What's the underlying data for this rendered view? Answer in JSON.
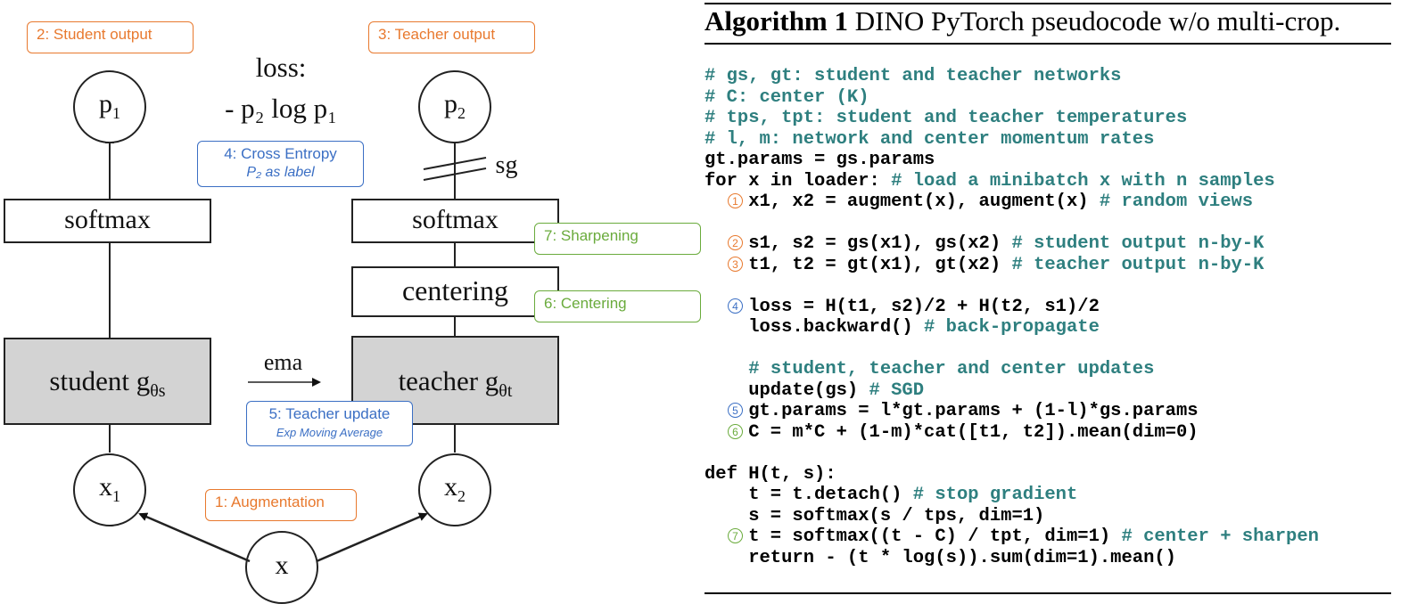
{
  "diagram": {
    "student_output_node": "p",
    "student_output_sub": "1",
    "teacher_output_node": "p",
    "teacher_output_sub": "2",
    "loss_line1": "loss:",
    "loss_line2": "- p₂ log p₁",
    "sg_label": "sg",
    "student_softmax": "softmax",
    "teacher_softmax": "softmax",
    "centering": "centering",
    "student_net": "student g",
    "student_net_sub": "θs",
    "teacher_net": "teacher g",
    "teacher_net_sub": "θt",
    "ema_label": "ema",
    "input_student": "x",
    "input_student_sub": "1",
    "input_teacher": "x",
    "input_teacher_sub": "2",
    "input": "x"
  },
  "callouts": {
    "student_output": "2: Student output",
    "teacher_output": "3: Teacher output",
    "cross_entropy": "4: Cross Entropy",
    "cross_entropy_sub": "P₂ as label",
    "sharpening": "7: Sharpening",
    "centering": "6: Centering",
    "teacher_update": "5: Teacher update",
    "teacher_update_sub": "Exp Moving Average",
    "augmentation": "1: Augmentation"
  },
  "algorithm": {
    "title_bold": "Algorithm 1",
    "title_rest": " DINO PyTorch pseudocode w/o multi-crop.",
    "lines": [
      {
        "code": "",
        "comment": "# gs, gt: student and teacher networks",
        "badge": ""
      },
      {
        "code": "",
        "comment": "# C: center (K)",
        "badge": ""
      },
      {
        "code": "",
        "comment": "# tps, tpt: student and teacher temperatures",
        "badge": ""
      },
      {
        "code": "",
        "comment": "# l, m: network and center momentum rates",
        "badge": ""
      },
      {
        "code": "gt.params = gs.params",
        "comment": "",
        "badge": ""
      },
      {
        "code": "for x in loader: ",
        "comment": "# load a minibatch x with n samples",
        "badge": ""
      },
      {
        "code": "    x1, x2 = augment(x), augment(x) ",
        "comment": "# random views",
        "badge": "1"
      },
      {
        "code": "",
        "comment": "",
        "badge": ""
      },
      {
        "code": "    s1, s2 = gs(x1), gs(x2) ",
        "comment": "# student output n-by-K",
        "badge": "2"
      },
      {
        "code": "    t1, t2 = gt(x1), gt(x2) ",
        "comment": "# teacher output n-by-K",
        "badge": "3"
      },
      {
        "code": "",
        "comment": "",
        "badge": ""
      },
      {
        "code": "    loss = H(t1, s2)/2 + H(t2, s1)/2",
        "comment": "",
        "badge": "4"
      },
      {
        "code": "    loss.backward() ",
        "comment": "# back-propagate",
        "badge": ""
      },
      {
        "code": "",
        "comment": "",
        "badge": ""
      },
      {
        "code": "    ",
        "comment": "# student, teacher and center updates",
        "badge": ""
      },
      {
        "code": "    update(gs) ",
        "comment": "# SGD",
        "badge": ""
      },
      {
        "code": "    gt.params = l*gt.params + (1-l)*gs.params",
        "comment": "",
        "badge": "5"
      },
      {
        "code": "    C = m*C + (1-m)*cat([t1, t2]).mean(dim=0)",
        "comment": "",
        "badge": "6"
      },
      {
        "code": "",
        "comment": "",
        "badge": ""
      },
      {
        "code": "def H(t, s):",
        "comment": "",
        "badge": ""
      },
      {
        "code": "    t = t.detach() ",
        "comment": "# stop gradient",
        "badge": ""
      },
      {
        "code": "    s = softmax(s / tps, dim=1)",
        "comment": "",
        "badge": ""
      },
      {
        "code": "    t = softmax((t - C) / tpt, dim=1) ",
        "comment": "# center + sharpen",
        "badge": "7"
      },
      {
        "code": "    return - (t * log(s)).sum(dim=1).mean()",
        "comment": "",
        "badge": ""
      }
    ],
    "badge_colors": {
      "1": "o",
      "2": "o",
      "3": "o",
      "4": "b",
      "5": "b",
      "6": "g",
      "7": "g"
    }
  }
}
